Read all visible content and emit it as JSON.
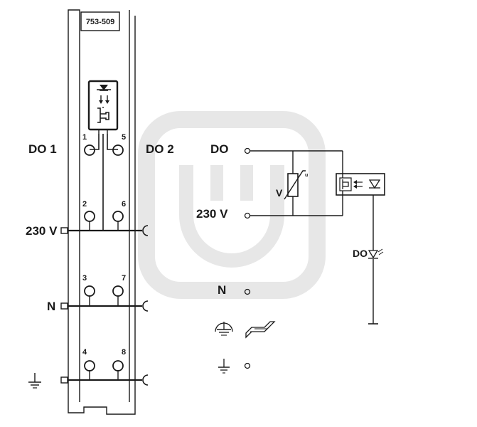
{
  "module": {
    "part_number": "753-509"
  },
  "terminal_labels": {
    "do1": "DO 1",
    "do2": "DO 2",
    "v230": "230 V",
    "n": "N"
  },
  "terminal_numbers": [
    "1",
    "5",
    "2",
    "6",
    "3",
    "7",
    "4",
    "8"
  ],
  "circuit_labels": {
    "do": "DO",
    "v230": "230 V",
    "n": "N",
    "varistor_v": "V",
    "varistor_u": "u",
    "led_do": "DO"
  },
  "icons": [
    "ground-icon",
    "protective-earth-icon",
    "din-rail-icon",
    "varistor-icon",
    "optocoupler-icon",
    "led-icon",
    "relay-icon"
  ]
}
